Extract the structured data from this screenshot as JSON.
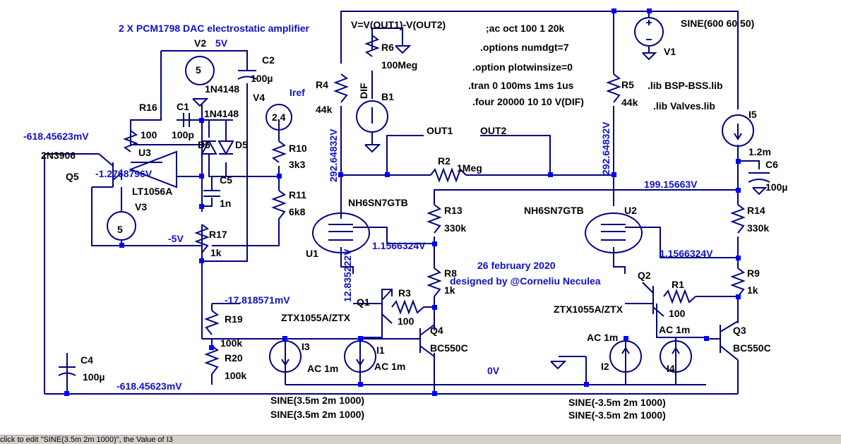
{
  "status_text": "click to edit \"SINE(3.5m 2m 1000)\", the Value of I3",
  "directives": {
    "title": "2 X PCM1798 DAC electrostatic amplifier",
    "expr": "V=V(OUT1)-V(OUT2)",
    "ac": ";ac oct 100 1 20k",
    "numdgt": ".options numdgt=7",
    "plotwin": ".option plotwinsize=0",
    "tran": ".tran 0 100ms 1ms 1us",
    "four": ".four 20000 10 10 V(DIF)",
    "lib1": ".lib BSP-BSS.lib",
    "lib2": ".lib Valves.lib",
    "date": "26 february 2020",
    "author": "designed by @Corneliu Neculea"
  },
  "labels": {
    "v1_sine": "SINE(600 60 50)",
    "v1": "V1",
    "r6": "R6",
    "r6v": "100Meg",
    "b1": "B1",
    "dif": "DIF",
    "r4": "R4",
    "r4v": "44k",
    "r5": "R5",
    "r5v": "44k",
    "i5": "I5",
    "i5v": "1.2m",
    "c6": "C6",
    "c6v": "100µ",
    "out1": "OUT1",
    "out2": "OUT2",
    "r2": "R2",
    "r2v": "1Meg",
    "v2": "V2",
    "v2v": "5V",
    "v2n": "5",
    "c2": "C2",
    "c2v": "100µ",
    "d_top": "1N4148",
    "v4": "V4",
    "v4v": "2.4",
    "iref": "Iref",
    "r16": "R16",
    "r16v": "100",
    "c1": "C1",
    "c1v": "100p",
    "d_mid": "1N4148",
    "d6": "D6",
    "d5": "D5",
    "q5v": "-618.45623mV",
    "q5t": "2N3906",
    "q5": "Q5",
    "u3": "U3",
    "u3v": "-1.2768796V",
    "u3t": "LT1056A",
    "c5": "C5",
    "c5v": "1n",
    "r10": "R10",
    "r10v": "3k3",
    "r11": "R11",
    "r11v": "6k8",
    "v3": "V3",
    "v3n": "5",
    "m5": "-5V",
    "r17": "R17",
    "r17v": "1k",
    "tube1": "NH6SN7GTB",
    "u1": "U1",
    "tube2": "NH6SN7GTB",
    "u2": "U2",
    "r13": "R13",
    "r13v": "330k",
    "r14": "R14",
    "r14v": "330k",
    "node199": "199.15663V",
    "node292a": "292.64832V",
    "node292b": "292.64832V",
    "node115a": "1.1566324V",
    "node115b": "1.1566324V",
    "node128": "12.835222V",
    "r8": "R8",
    "r8v": "1k",
    "r9": "R9",
    "r9v": "1k",
    "r3": "R3",
    "r3v": "100",
    "r1": "R1",
    "r1v": "100",
    "q1": "Q1",
    "q2": "Q2",
    "ztx1": "ZTX1055A/ZTX",
    "ztx2": "ZTX1055A/ZTX",
    "q4": "Q4",
    "q4t": "BC550C",
    "q3": "Q3",
    "q3t": "BC550C",
    "n178": "-17.818571mV",
    "r19": "R19",
    "r19v": "100k",
    "r20": "R20",
    "r20v": "100k",
    "i3": "I3",
    "i3ac": "AC 1m",
    "i1": "I1",
    "i1ac": "AC 1m",
    "i2": "I2",
    "i2ac": "AC 1m",
    "i4": "I4",
    "i4ac": "AC 1m",
    "zero": "0V",
    "c4": "C4",
    "c4v": "100µ",
    "n618b": "-618.45623mV",
    "sine_a1": "SINE(3.5m 2m 1000)",
    "sine_a2": "SINE(3.5m 2m 1000)",
    "sine_b1": "SINE(-3.5m 2m 1000)",
    "sine_b2": "SINE(-3.5m 2m 1000)"
  }
}
